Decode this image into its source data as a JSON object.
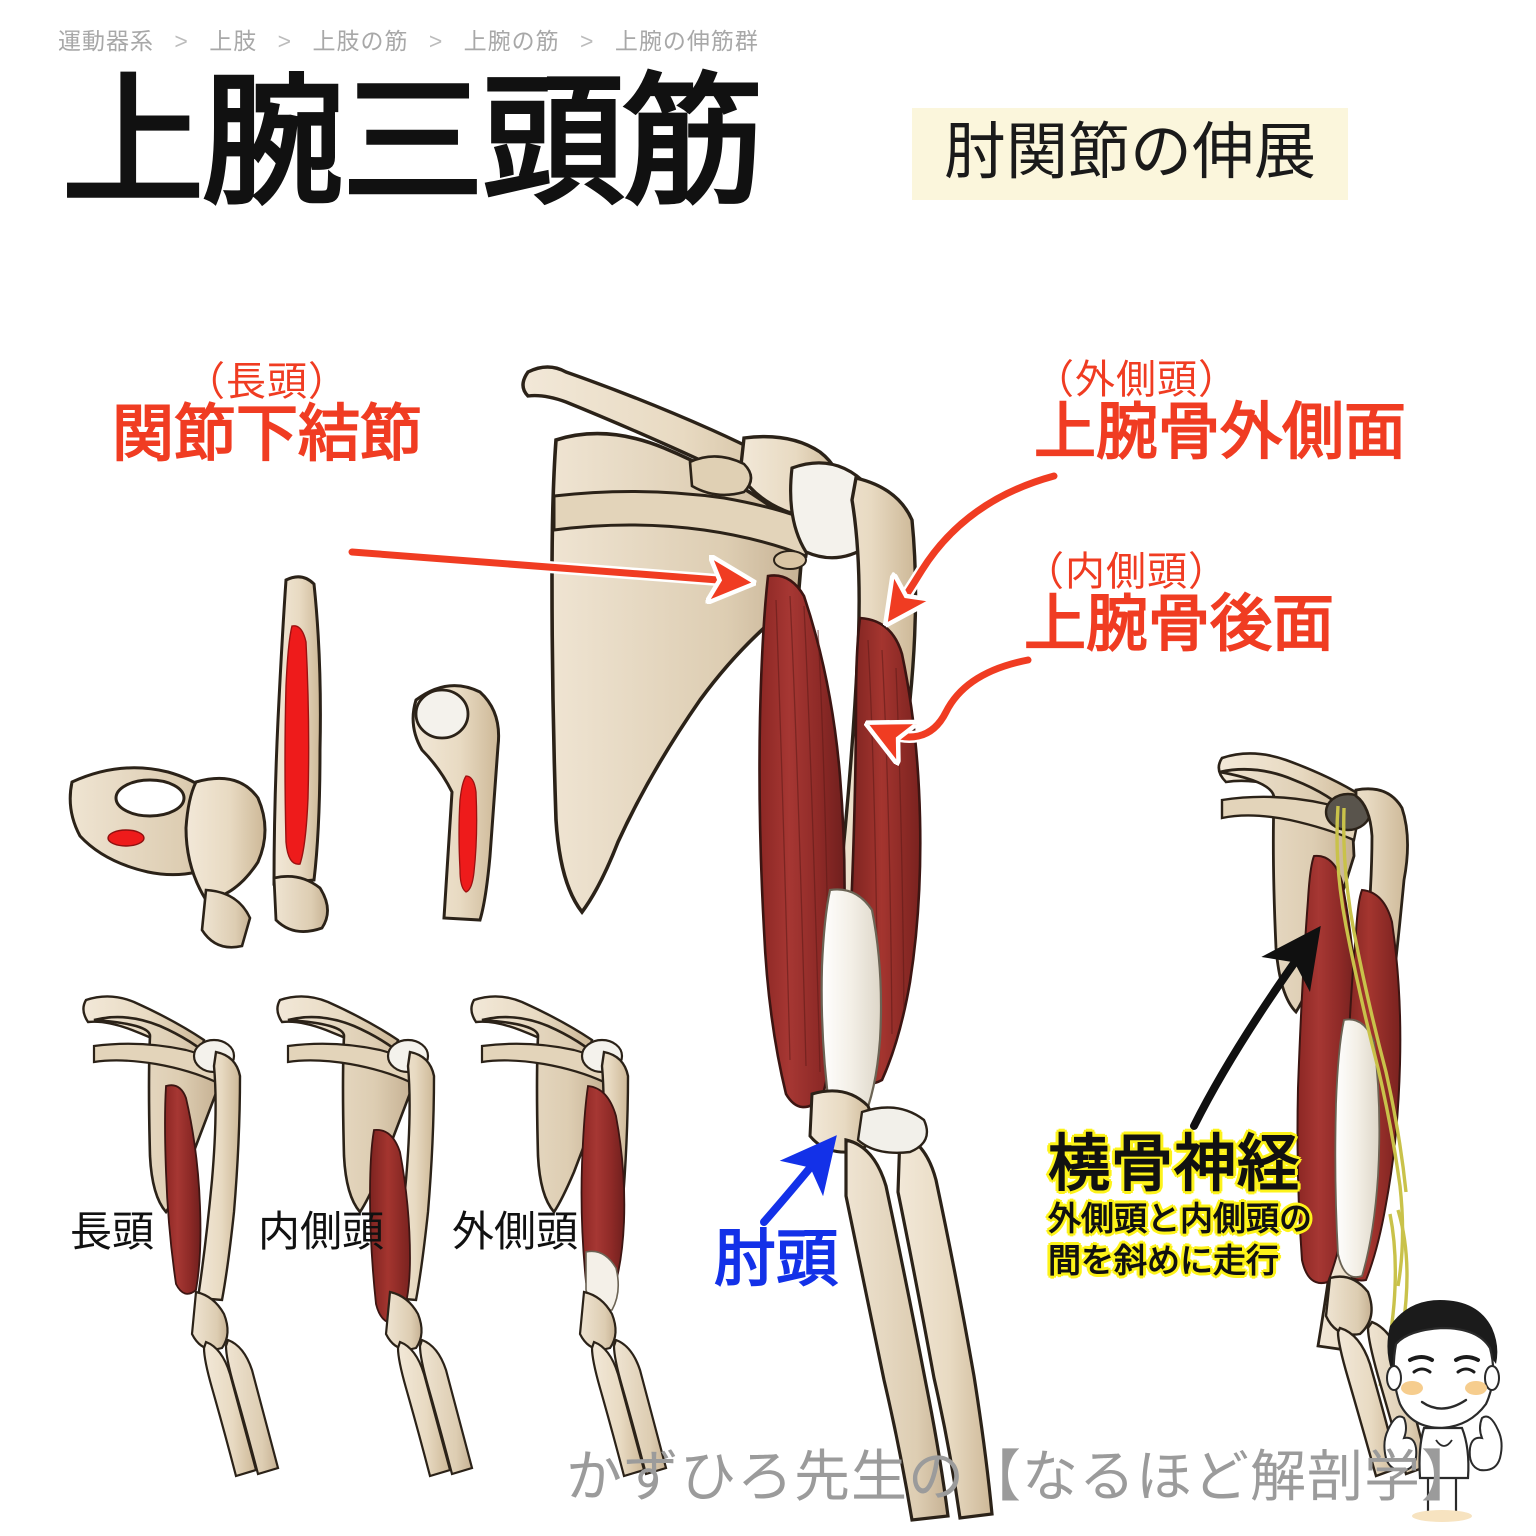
{
  "breadcrumb": {
    "separator": ">",
    "items": [
      "運動器系",
      "上肢",
      "上肢の筋",
      "上腕の筋",
      "上腕の伸筋群"
    ]
  },
  "header": {
    "title": "上腕三頭筋",
    "action_badge": "肘関節の伸展",
    "badge_bg": "#fbf6dc"
  },
  "annotations": {
    "long_head": {
      "sub": "（長頭）",
      "main": "関節下結節",
      "color": "#f03c22"
    },
    "lateral_head": {
      "sub": "（外側頭）",
      "main": "上腕骨外側面",
      "color": "#f03c22"
    },
    "medial_head": {
      "sub": "（内側頭）",
      "main": "上腕骨後面",
      "color": "#f03c22"
    },
    "olecranon": {
      "main": "肘頭",
      "color": "#1331e8"
    },
    "radial_nerve": {
      "main": "橈骨神経",
      "sub_line1": "外側頭と内側頭の",
      "sub_line2": "間を斜めに走行",
      "outline_color": "#fdf31a",
      "text_color": "#111111"
    }
  },
  "head_captions": {
    "long": "長頭",
    "medial": "内側頭",
    "lateral": "外側頭"
  },
  "footer": {
    "watermark": "かずひろ先生の【なるほど解剖学】",
    "color": "#9b9b9b"
  },
  "figure": {
    "bone_fill": "#ece0cd",
    "bone_shade": "#d8c7ae",
    "bone_outline": "#2b2218",
    "muscle_fill": "#9b2f2c",
    "muscle_dark": "#7a2220",
    "muscle_light": "#b6453f",
    "tendon_fill": "#f4f0e8",
    "attachment_red": "#ee1b1b",
    "nerve_yellow": "#c9c24a",
    "cartilage": "#f2f0ea"
  },
  "mascot": {
    "name": "kazuhiro-sensei-mascot",
    "hair_color": "#1b1b1b",
    "cheek_color": "#f6cd8e",
    "coat_color": "#ffffff"
  }
}
